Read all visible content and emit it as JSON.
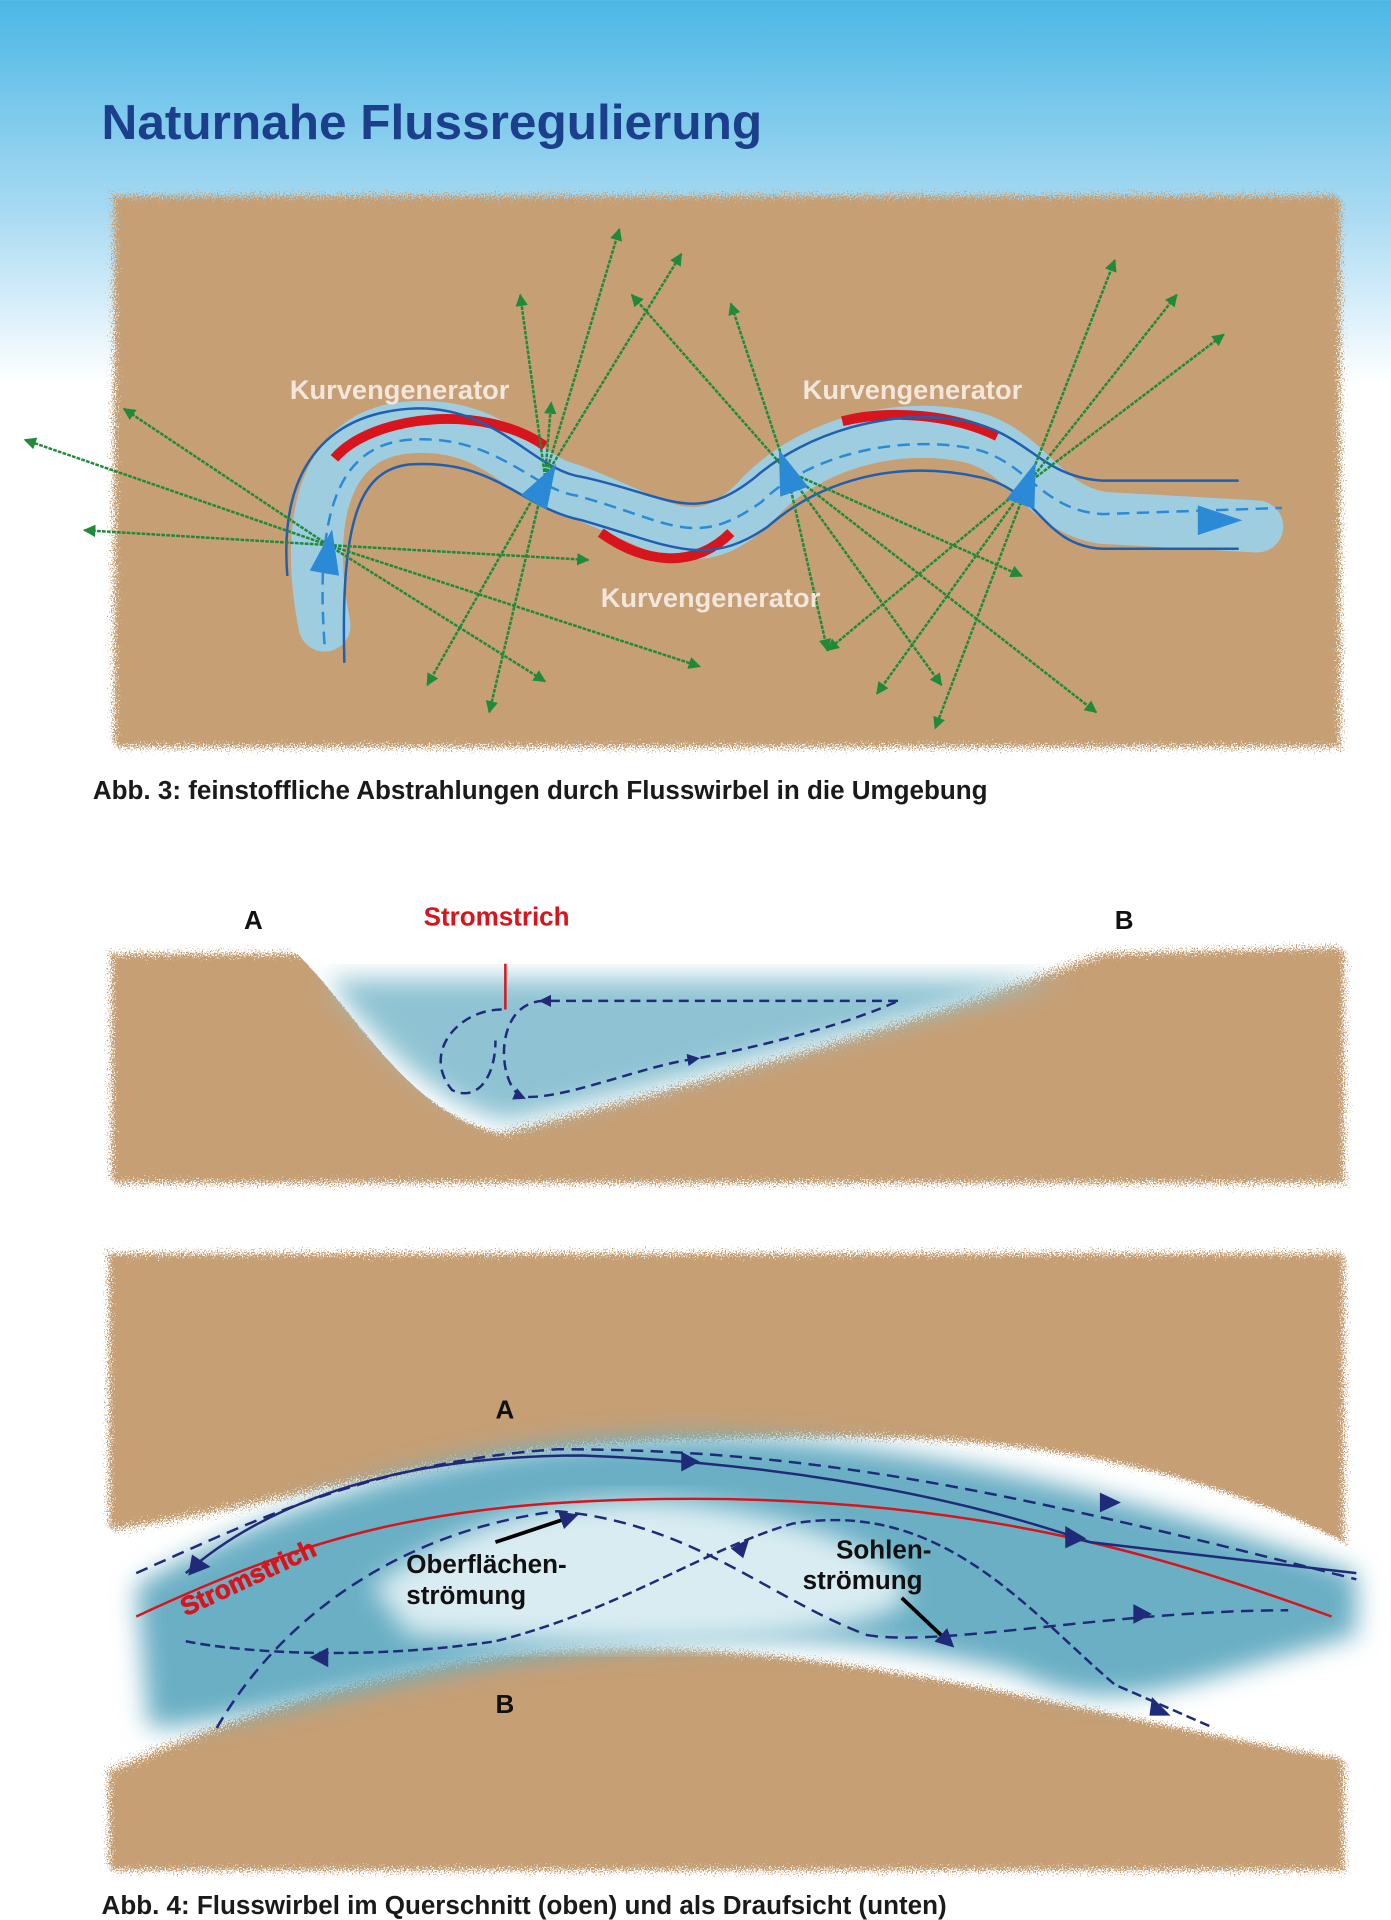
{
  "title": "Naturnahe Flussregulierung",
  "figure3": {
    "labels": [
      "Kurvengenerator",
      "Kurvengenerator",
      "Kurvengenerator"
    ],
    "caption": "Abb. 3: feinstoffliche Abstrahlungen durch Flusswirbel in die Umgebung"
  },
  "figure4": {
    "cross_section": {
      "label_a": "A",
      "label_b": "B",
      "stromstrich": "Stromstrich"
    },
    "top_view": {
      "label_a": "A",
      "label_b": "B",
      "stromstrich": "Stromstrich",
      "oberflaeche_1": "Oberflächen-",
      "oberflaeche_2": "strömung",
      "sohle_1": "Sohlen-",
      "sohle_2": "strömung"
    },
    "caption": "Abb. 4: Flusswirbel im Querschnitt (oben) und als Draufsicht (unten)"
  },
  "colors": {
    "sand": "#c69f74",
    "water": "#5fa9c2",
    "arrow_green": "#1e8a3a",
    "flow_navy": "#1f2a78",
    "stromstrich": "#d8141c",
    "title": "#1c3f8c"
  }
}
